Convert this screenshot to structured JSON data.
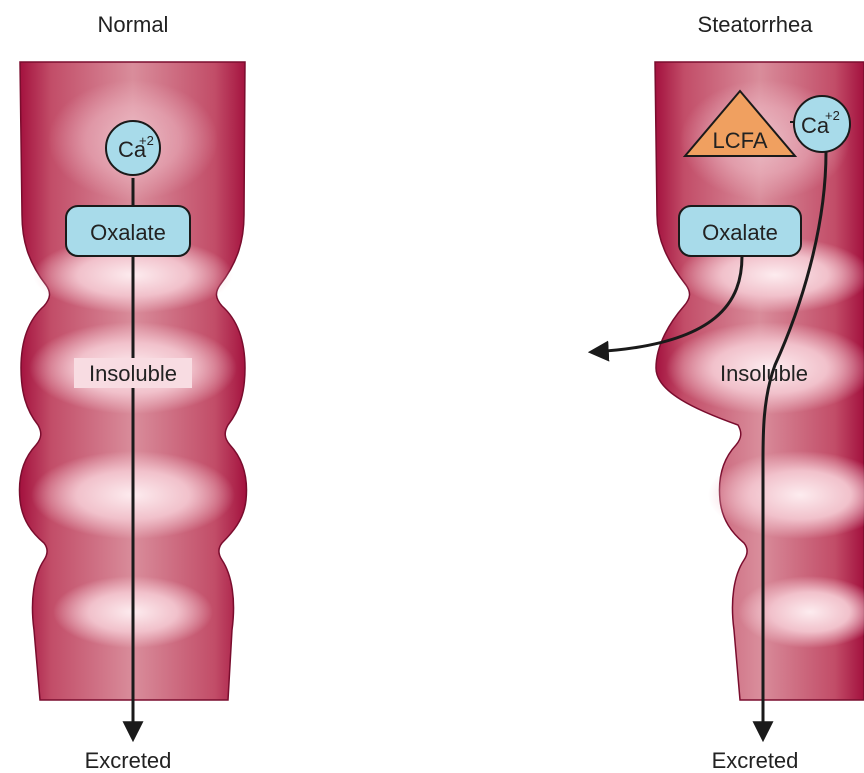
{
  "panels": {
    "normal": {
      "title": "Normal",
      "calcium": {
        "base": "Ca",
        "charge": "+2"
      },
      "oxalate": "Oxalate",
      "insoluble": "Insoluble",
      "excreted": "Excreted"
    },
    "steatorrhea": {
      "title": "Steatorrhea",
      "lcfa": "LCFA",
      "calcium": {
        "base": "Ca",
        "charge": "+2"
      },
      "oxalate": "Oxalate",
      "insoluble": "Insoluble",
      "excreted": "Excreted"
    }
  },
  "colors": {
    "intestine_dark": "#a3113e",
    "intestine_mid": "#c8546e",
    "intestine_light": "#f5d2d8",
    "molecule_fill": "#a8dbea",
    "lcfa_fill": "#f0a060",
    "outline": "#1a1a1a"
  }
}
